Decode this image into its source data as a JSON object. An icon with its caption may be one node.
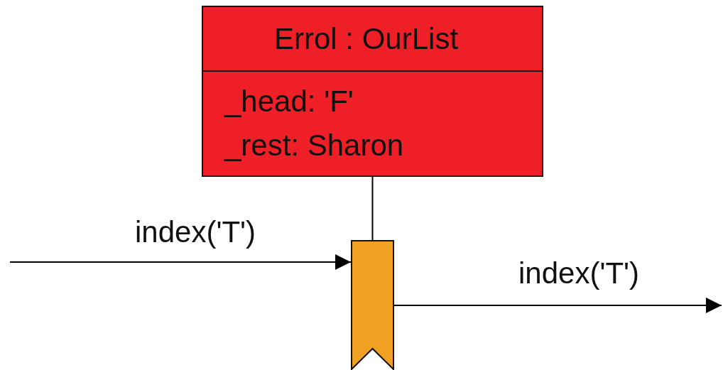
{
  "diagram": {
    "nodes": [
      {
        "text": [
          "Errol : OurList",
          "_head: 'F'",
          "_rest: Sharon"
        ]
      },
      {
        "text": [],
        "shape": "bar"
      }
    ],
    "edges": [
      {
        "from": 0,
        "to": 1,
        "arrow": "none"
      },
      {
        "from": null,
        "to": 1,
        "arrow": "to",
        "label": "index('T')"
      },
      {
        "from": 1,
        "to": null,
        "arrow": "to",
        "label": "index('T')"
      }
    ]
  }
}
